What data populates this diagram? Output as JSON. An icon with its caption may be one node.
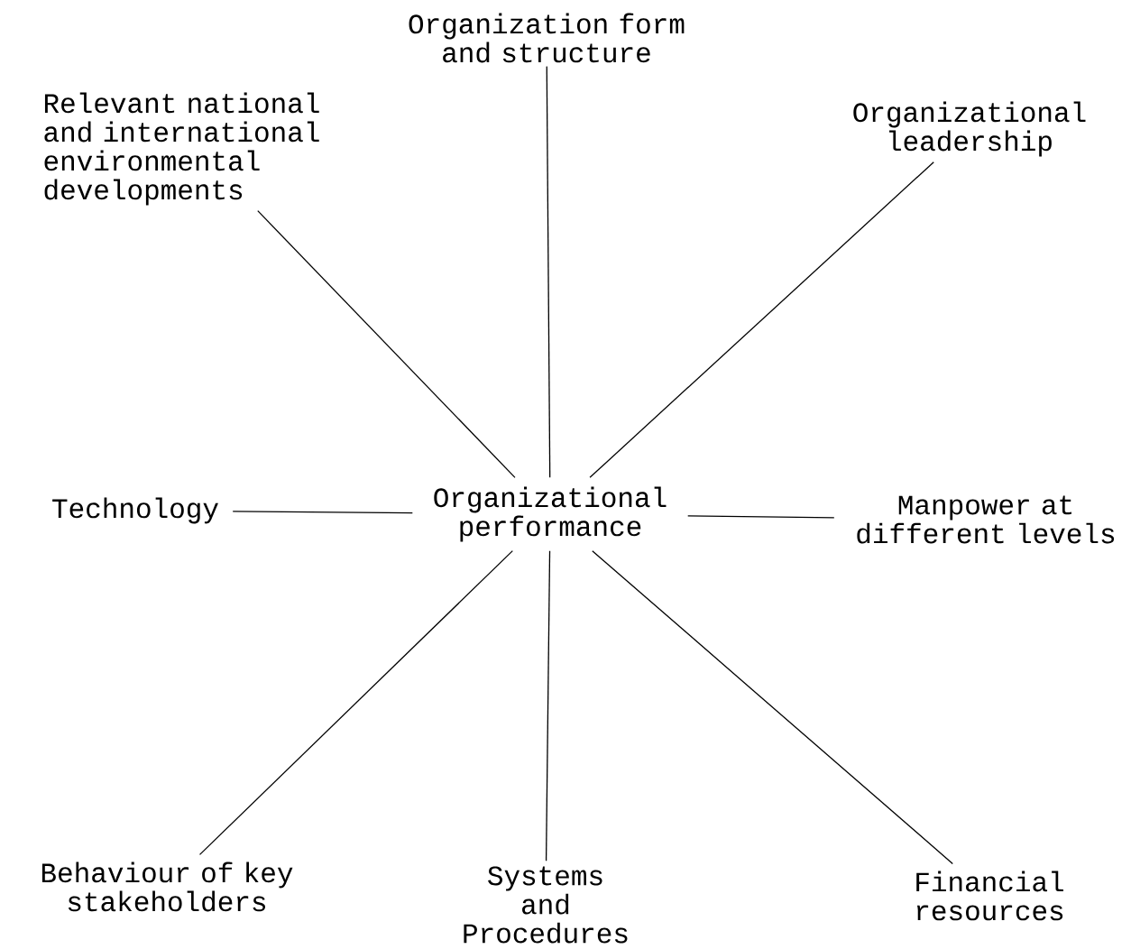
{
  "diagram": {
    "nodes": [
      {
        "text": [
          "Organization form and structure"
        ]
      },
      {
        "text": [
          "Relevant national and international environmental developments"
        ]
      },
      {
        "text": [
          "Organizational leadership"
        ]
      },
      {
        "text": [
          "Technology"
        ]
      },
      {
        "text": [
          "Organizational performance"
        ]
      },
      {
        "text": [
          "Manpower at different levels"
        ]
      },
      {
        "text": [
          "Behaviour of key stakeholders"
        ]
      },
      {
        "text": [
          "Systems and Procedures"
        ]
      },
      {
        "text": [
          "Financial resources"
        ]
      }
    ],
    "edges": [
      {
        "from": 4,
        "to": 0,
        "arrow": "none"
      },
      {
        "from": 4,
        "to": 1,
        "arrow": "none"
      },
      {
        "from": 4,
        "to": 2,
        "arrow": "none"
      },
      {
        "from": 4,
        "to": 3,
        "arrow": "none"
      },
      {
        "from": 4,
        "to": 5,
        "arrow": "none"
      },
      {
        "from": 4,
        "to": 6,
        "arrow": "none"
      },
      {
        "from": 4,
        "to": 7,
        "arrow": "none"
      },
      {
        "from": 4,
        "to": 8,
        "arrow": "none"
      }
    ]
  }
}
